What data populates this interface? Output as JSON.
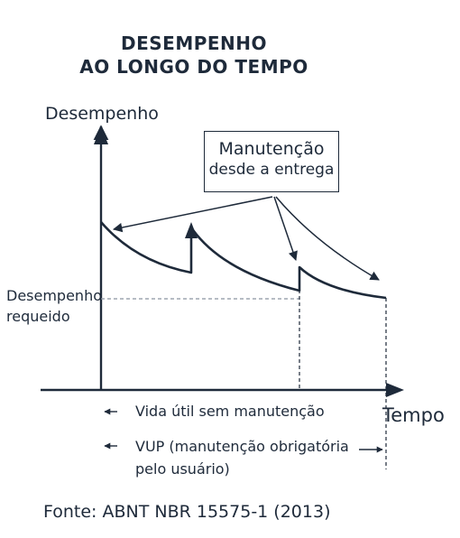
{
  "title": {
    "line1": "DESEMPENHO",
    "line2": "AO LONGO DO TEMPO"
  },
  "axes": {
    "y_label": "Desempenho",
    "x_label": "Tempo"
  },
  "required_level": {
    "line1": "Desempenho",
    "line2": "requeido"
  },
  "callout": {
    "line1": "Manutenção",
    "line2": "desde a entrega"
  },
  "spans": {
    "useful_life": "Vida útil sem manutenção",
    "vup_line1": "VUP (manutenção obrigatória",
    "vup_line2": "pelo usuário)"
  },
  "source": "Fonte: ABNT NBR 15575-1 (2013)",
  "colors": {
    "ink": "#1e2a3a",
    "dashed": "#8a93a0"
  }
}
